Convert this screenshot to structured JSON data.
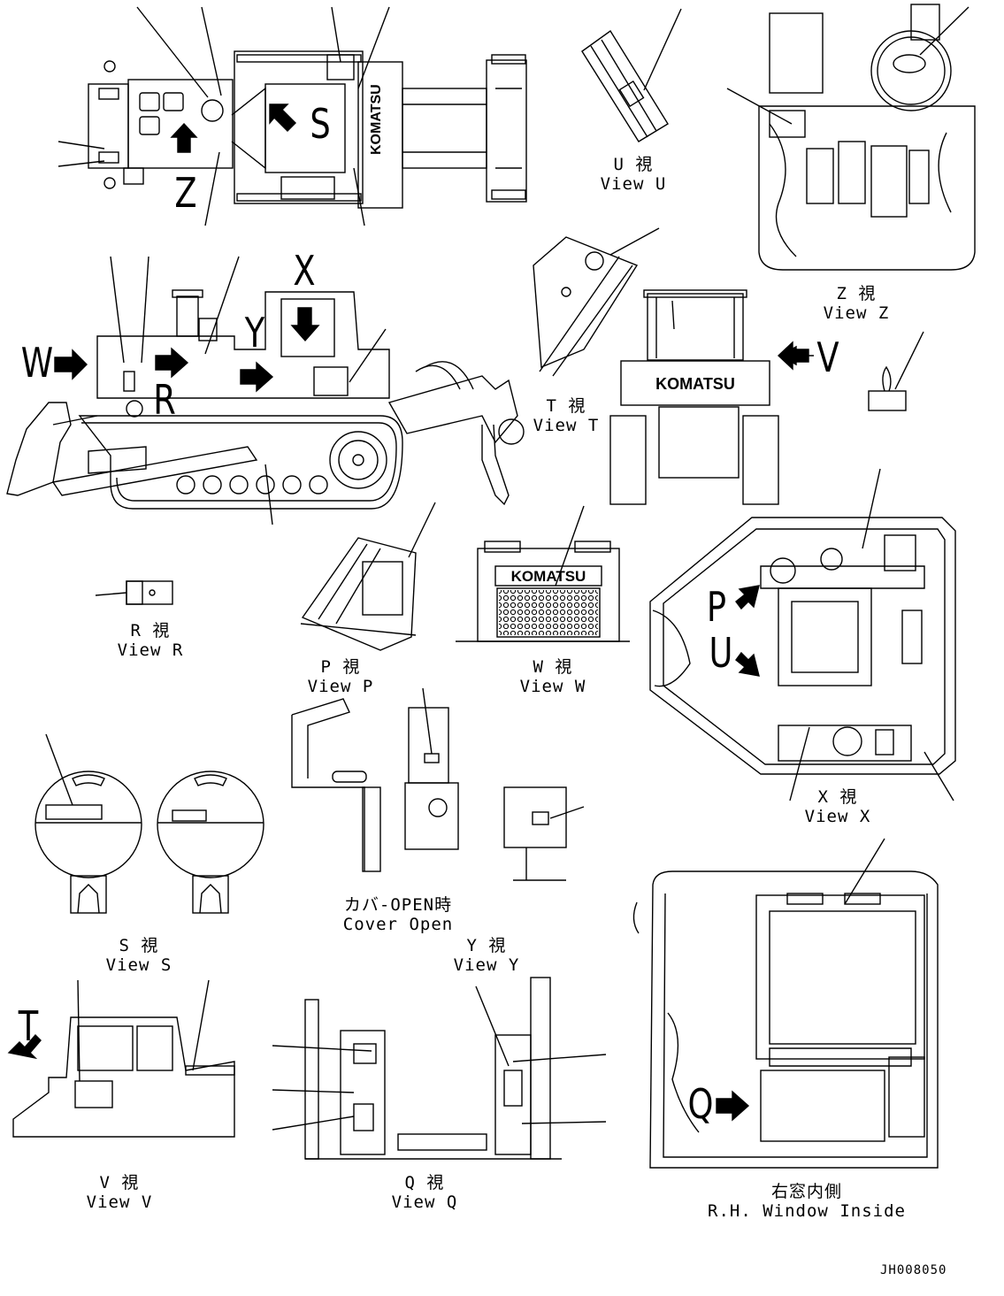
{
  "brand": "KOMATSU",
  "drawing_number": "JH008050",
  "view_letters": {
    "s_top": "S",
    "z_top": "Z",
    "x_side": "X",
    "y_side": "Y",
    "w_side": "W",
    "r_side": "R",
    "v_rear": "V",
    "p_cab": "P",
    "u_cab": "U",
    "t_left": "T",
    "q_window": "Q"
  },
  "captions": {
    "view_u": {
      "jp": "U 視",
      "en": "View U"
    },
    "view_z": {
      "jp": "Z 視",
      "en": "View Z"
    },
    "view_t": {
      "jp": "T 視",
      "en": "View T"
    },
    "view_r": {
      "jp": "R 視",
      "en": "View R"
    },
    "view_p": {
      "jp": "P 視",
      "en": "View P"
    },
    "view_w": {
      "jp": "W 視",
      "en": "View W"
    },
    "view_x": {
      "jp": "X 視",
      "en": "View X"
    },
    "cover_open": {
      "jp": "カバ-OPEN時",
      "en": "Cover Open"
    },
    "view_s": {
      "jp": "S 視",
      "en": "View S"
    },
    "view_y": {
      "jp": "Y 視",
      "en": "View Y"
    },
    "view_v": {
      "jp": "V 視",
      "en": "View V"
    },
    "view_q": {
      "jp": "Q 視",
      "en": "View Q"
    },
    "rh_window": {
      "jp": "右窓内側",
      "en": "R.H. Window Inside"
    }
  },
  "colors": {
    "line": "#000000",
    "background": "#ffffff"
  }
}
